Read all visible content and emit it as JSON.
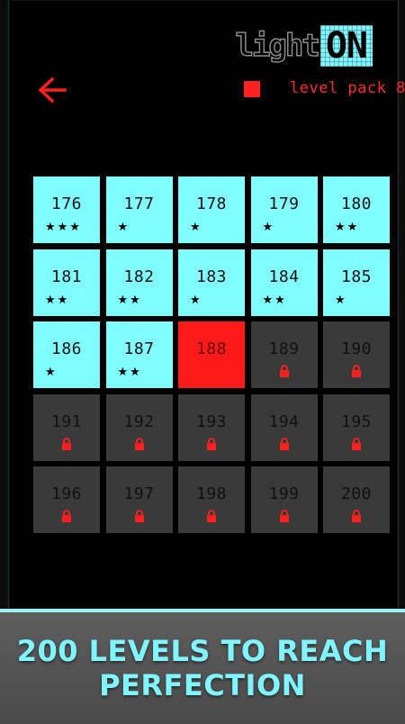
{
  "logo": {
    "light": "light",
    "on": "ON"
  },
  "header": {
    "pack_label": "level pack 8"
  },
  "levels": [
    {
      "number": "176",
      "state": "done",
      "stars": "★★★"
    },
    {
      "number": "177",
      "state": "done",
      "stars": "★"
    },
    {
      "number": "178",
      "state": "done",
      "stars": "★"
    },
    {
      "number": "179",
      "state": "done",
      "stars": "★"
    },
    {
      "number": "180",
      "state": "done",
      "stars": "★★"
    },
    {
      "number": "181",
      "state": "done",
      "stars": "★★"
    },
    {
      "number": "182",
      "state": "done",
      "stars": "★★"
    },
    {
      "number": "183",
      "state": "done",
      "stars": "★"
    },
    {
      "number": "184",
      "state": "done",
      "stars": "★★"
    },
    {
      "number": "185",
      "state": "done",
      "stars": "★"
    },
    {
      "number": "186",
      "state": "done",
      "stars": "★"
    },
    {
      "number": "187",
      "state": "done",
      "stars": "★★"
    },
    {
      "number": "188",
      "state": "current",
      "stars": ""
    },
    {
      "number": "189",
      "state": "locked",
      "stars": ""
    },
    {
      "number": "190",
      "state": "locked",
      "stars": ""
    },
    {
      "number": "191",
      "state": "locked",
      "stars": ""
    },
    {
      "number": "192",
      "state": "locked",
      "stars": ""
    },
    {
      "number": "193",
      "state": "locked",
      "stars": ""
    },
    {
      "number": "194",
      "state": "locked",
      "stars": ""
    },
    {
      "number": "195",
      "state": "locked",
      "stars": ""
    },
    {
      "number": "196",
      "state": "locked",
      "stars": ""
    },
    {
      "number": "197",
      "state": "locked",
      "stars": ""
    },
    {
      "number": "198",
      "state": "locked",
      "stars": ""
    },
    {
      "number": "199",
      "state": "locked",
      "stars": ""
    },
    {
      "number": "200",
      "state": "locked",
      "stars": ""
    }
  ],
  "banner": {
    "line1": "200 LEVELS TO REACH",
    "line2": "PERFECTION"
  },
  "colors": {
    "done": "#80fdff",
    "current": "#ff1a1a",
    "locked": "#3a3a3a",
    "accent_red": "#ff2a2a"
  },
  "icons": {
    "back": "arrow-left-icon",
    "lock": "lock-icon",
    "star": "star-icon"
  }
}
